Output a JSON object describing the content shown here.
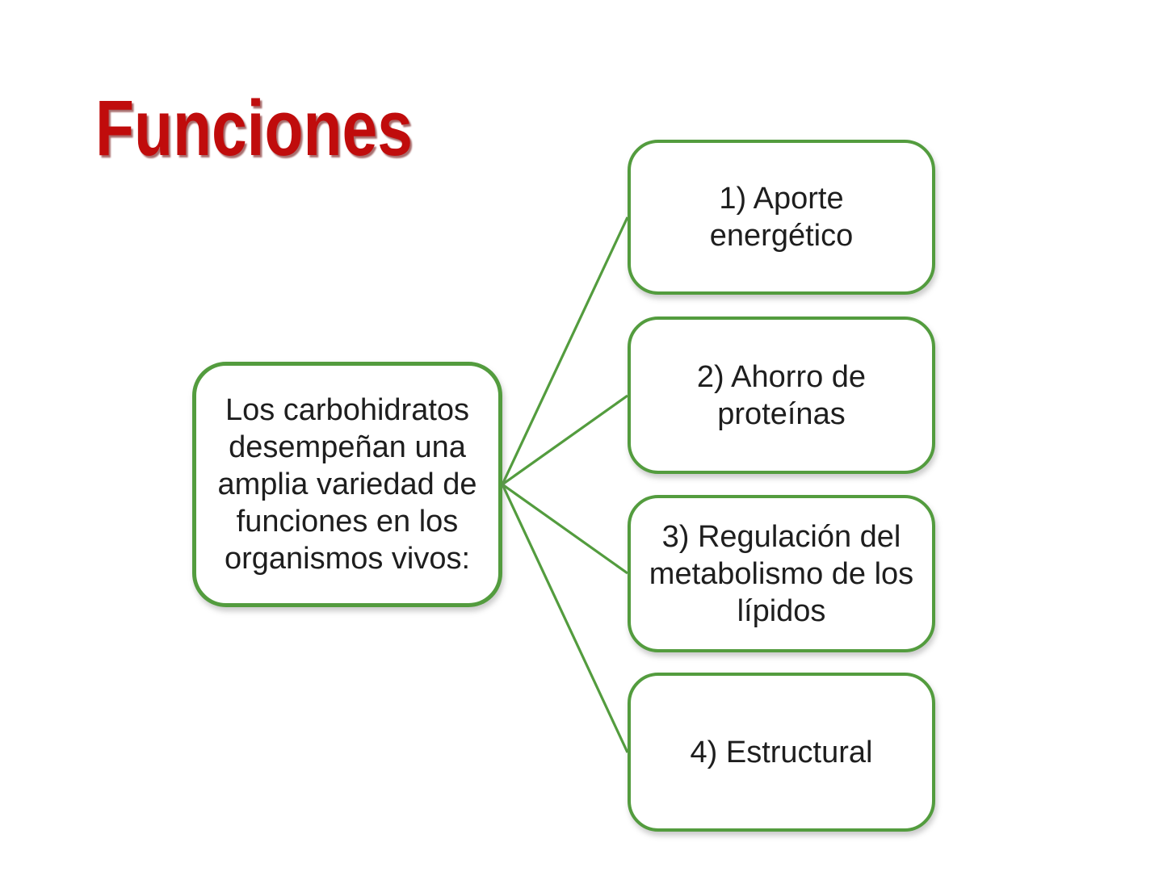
{
  "slide": {
    "title": "Funciones",
    "colors": {
      "title_red": "#C00C0C",
      "diagram_green": "#539C3E",
      "text": "#1E1E1E",
      "background": "#FFFFFF"
    }
  },
  "diagram": {
    "root_text": "Los carbohidratos desempeñan una amplia variedad de funciones en los organismos vivos:",
    "nodes": [
      {
        "label": "1) Aporte energético"
      },
      {
        "label": "2) Ahorro de proteínas"
      },
      {
        "label": "3) Regulación del metabolismo de los lípidos"
      },
      {
        "label": "4) Estructural"
      }
    ]
  }
}
